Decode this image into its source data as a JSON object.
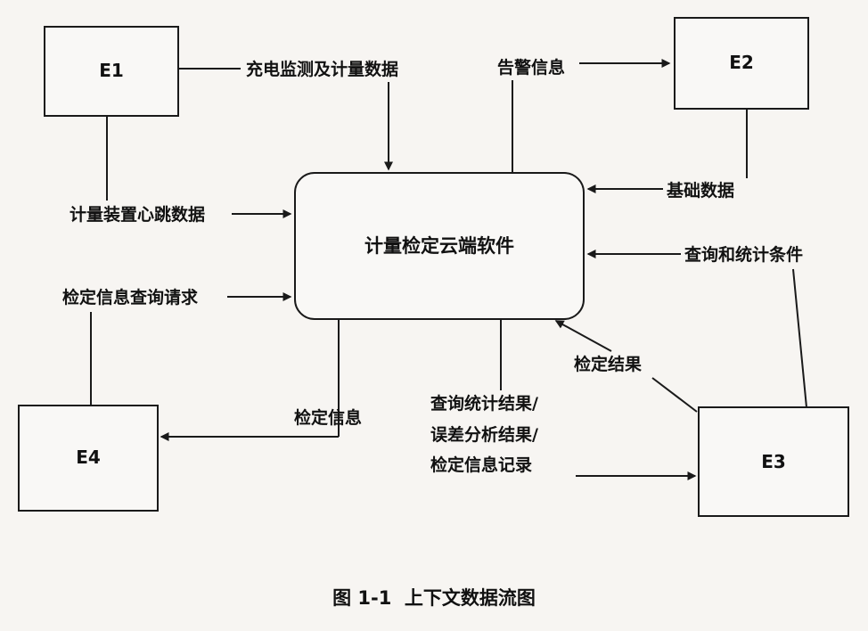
{
  "diagram": {
    "center": "计量检定云端软件",
    "entities": {
      "e1": "E1",
      "e2": "E2",
      "e3": "E3",
      "e4": "E4"
    },
    "flows": {
      "e1_to_center": "充电监测及计量数据",
      "heartbeat": "计量装置心跳数据",
      "query_request": "检定信息查询请求",
      "alarm": "告警信息",
      "basic_data": "基础数据",
      "query_conditions": "查询和统计条件",
      "verify_result": "检定结果",
      "verify_info": "检定信息",
      "results_line1": "查询统计结果/",
      "results_line2": "误差分析结果/",
      "results_line3": "检定信息记录"
    },
    "caption": "图 1-1  上下文数据流图"
  }
}
